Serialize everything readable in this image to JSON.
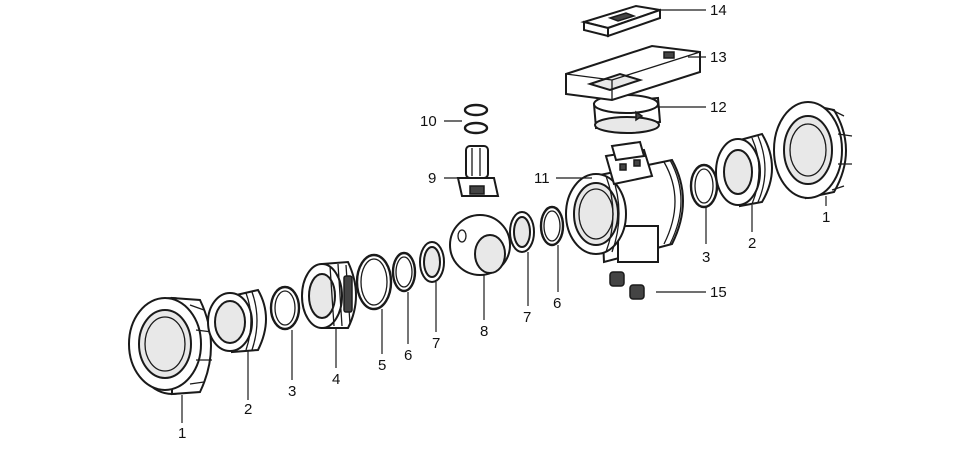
{
  "callouts": {
    "c1_left": "1",
    "c2_left": "2",
    "c3_left": "3",
    "c4": "4",
    "c5": "5",
    "c6_left": "6",
    "c7_left": "7",
    "c8": "8",
    "c9": "9",
    "c10": "10",
    "c11": "11",
    "c12": "12",
    "c13": "13",
    "c14": "14",
    "c15": "15",
    "c7_right": "7",
    "c6_right": "6",
    "c3_right": "3",
    "c2_right": "2",
    "c1_right": "1"
  }
}
